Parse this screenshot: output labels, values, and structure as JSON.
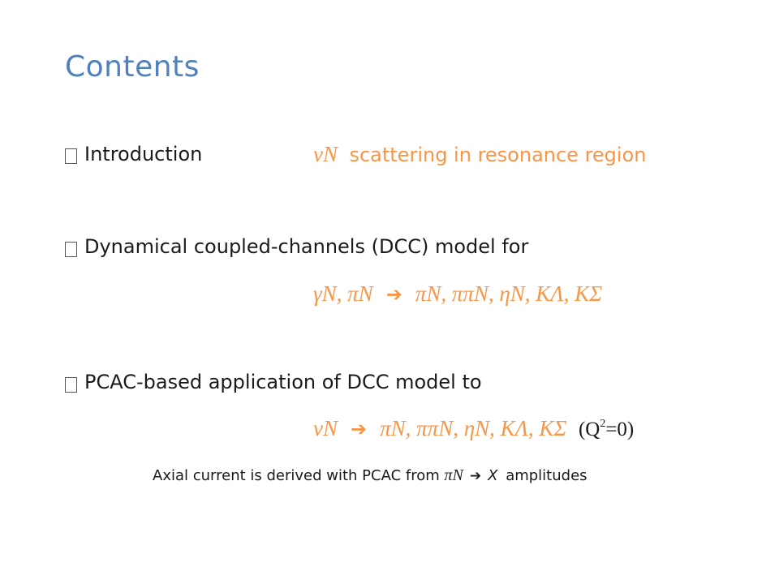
{
  "slide": {
    "title": "Contents",
    "bullets": [
      {
        "text": "Introduction",
        "note_symbol": "νN",
        "note_text": "scattering in resonance region"
      },
      {
        "text": "Dynamical coupled-channels (DCC) model for",
        "formula_left": "γN, πN",
        "arrow": "➔",
        "formula_right": "πN, ππN, ηN, KΛ, KΣ"
      },
      {
        "text": "PCAC-based application of DCC model to",
        "formula_left": "νN",
        "arrow": "➔",
        "formula_right": "πN, ππN, ηN, KΛ, KΣ",
        "q_prefix": "(Q",
        "q_exp": "2",
        "q_suffix": "=0)"
      }
    ],
    "footnote": {
      "prefix": "Axial current is derived with PCAC from",
      "symbol": "πN",
      "arrow": "➔",
      "target": "X",
      "suffix": "amplitudes"
    }
  },
  "colors": {
    "title": "#4f81bd",
    "accent": "#f79646",
    "text": "#1a1a1a"
  }
}
